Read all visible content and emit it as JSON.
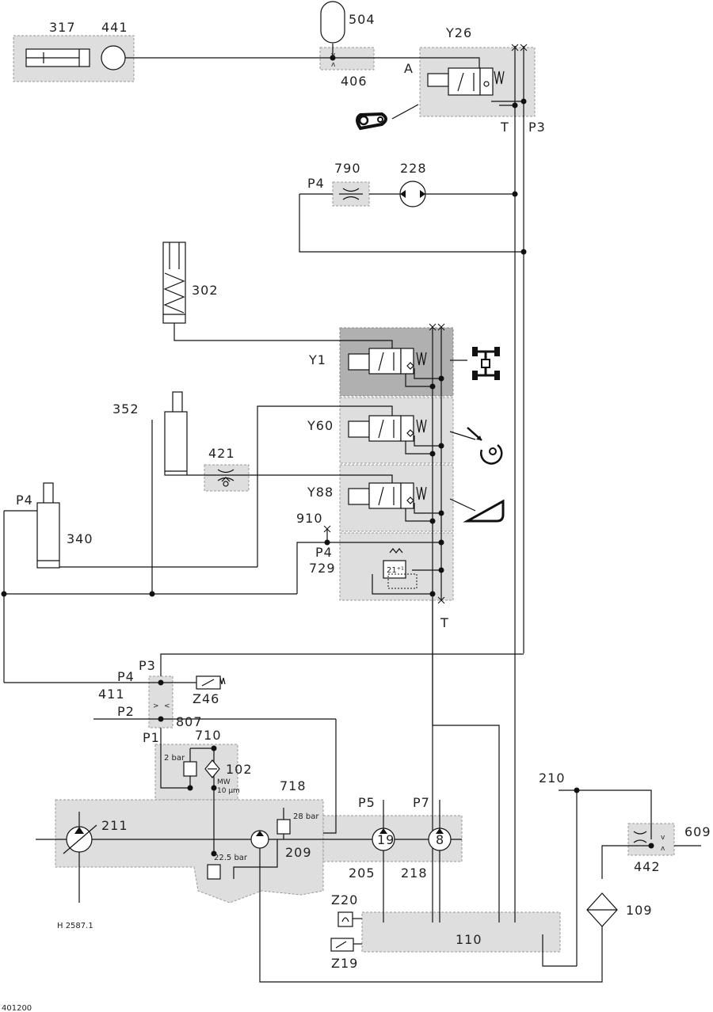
{
  "labels": {
    "c317": "317",
    "c441": "441",
    "c504": "504",
    "c406": "406",
    "cA": "A",
    "cY26": "Y26",
    "cT1": "T",
    "cP3a": "P3",
    "c790": "790",
    "c228": "228",
    "cP4a": "P4",
    "c302": "302",
    "cY1": "Y1",
    "c352": "352",
    "cY60": "Y60",
    "c421": "421",
    "cY88": "Y88",
    "cP4b": "P4",
    "c910": "910",
    "c340": "340",
    "cP4c": "P4",
    "c729": "729",
    "v729": "21⁺¹",
    "cT2": "T",
    "cP3b": "P3",
    "cP4d": "P4",
    "c411": "411",
    "cZ46": "Z46",
    "cP2": "P2",
    "c807": "807",
    "cP1": "P1",
    "c710": "710",
    "bar2": "2 bar",
    "c102": "102",
    "mw": "MW",
    "um10": "10 μm",
    "c718": "718",
    "bar28": "28 bar",
    "c211": "211",
    "c209": "209",
    "bar22": "22.5 bar",
    "cP5": "P5",
    "cP7": "P7",
    "v19": "19",
    "v8": "8",
    "c205": "205",
    "c218": "218",
    "c210": "210",
    "c609": "609",
    "c442": "442",
    "c109": "109",
    "cZ20": "Z20",
    "c110": "110",
    "cZ19": "Z19",
    "ref": "H 2587.1",
    "doc": "401200"
  },
  "icons": [
    "drive-axle-icon",
    "rotation-icon",
    "tilt-ramp-icon",
    "belt-drive-icon"
  ],
  "colors": {
    "block_fill": "#dedede",
    "block_dark": "#b0b0b0",
    "line": "#111111"
  }
}
